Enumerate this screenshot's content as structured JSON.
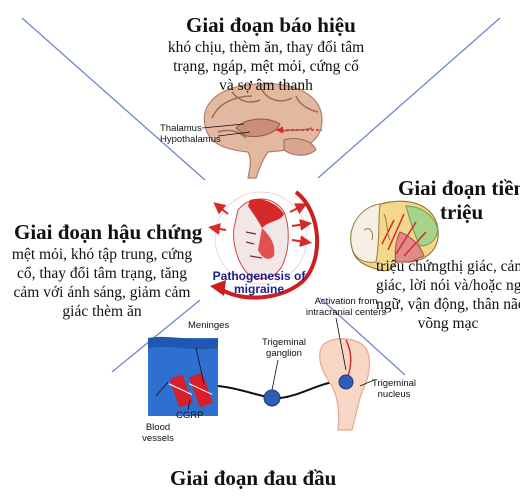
{
  "prodrome": {
    "title": "Giai đoạn báo hiệu",
    "desc": [
      "khó chịu, thèm ăn, thay đổi tâm",
      "trạng, ngáp, mệt mỏi, cứng cổ",
      "và sợ âm thanh"
    ]
  },
  "aura": {
    "title_lines": [
      "Giai đoạn tiền",
      "triệu"
    ],
    "desc": [
      "triệu chứngthị giác, cảm",
      "giác, lời nói và/hoặc ngôn",
      "ngữ, vận động, thân não,",
      "võng mạc"
    ]
  },
  "postdrome": {
    "title": "Giai đoạn hậu chứng",
    "desc": [
      "mệt mỏi, khó tập trung, cứng",
      "cổ, thay đổi tâm trạng, tăng",
      "cảm với ánh sáng, giảm cảm",
      "giác thèm ăn"
    ]
  },
  "headache": {
    "title": "Giai đoạn đau đầu"
  },
  "center": {
    "label_lines": [
      "Pathogenesis of",
      "migraine"
    ]
  },
  "brain_labels": {
    "thalamus": "Thalamus",
    "hypothalamus": "Hypothalamus"
  },
  "headache_labels": {
    "meninges": "Meninges",
    "activation": [
      "Activation from",
      "intracranial centers"
    ],
    "trigeminal_ganglion": [
      "Trigeminal",
      "ganglion"
    ],
    "trigeminal_nucleus": [
      "Trigeminal",
      "nucleus"
    ],
    "cgrp": "CGRP",
    "blood_vessels": [
      "Blood",
      "vessels"
    ]
  },
  "colors": {
    "accent_red": "#d42a2a",
    "arrow_red": "#cc1f1f",
    "center_label_blue": "#1a1f8c",
    "divider_blue": "#6e88c9",
    "meninges_blue": "#2f6fd0",
    "node_blue": "#2d5fb8"
  }
}
